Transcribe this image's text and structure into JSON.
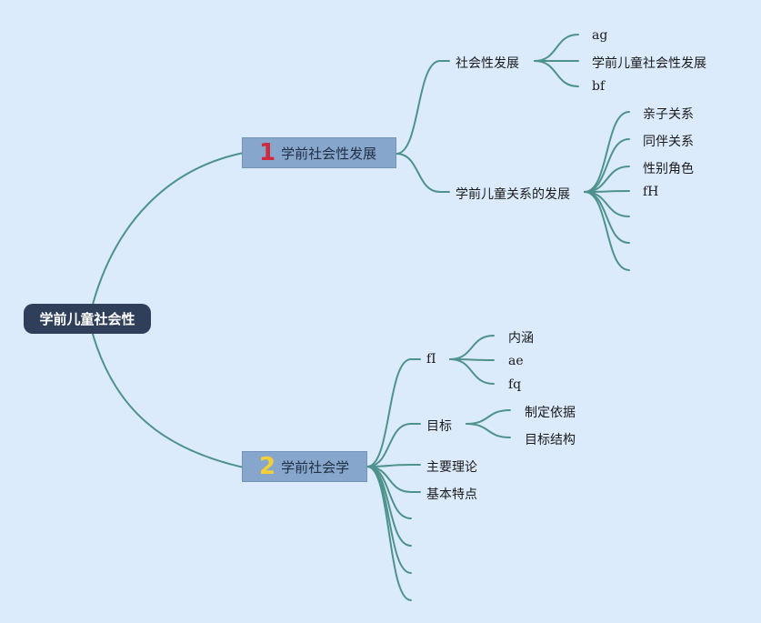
{
  "root": {
    "label": "学前儿童社会性"
  },
  "branch1": {
    "number": "1",
    "label": "学前社会性发展",
    "topics": {
      "social_dev": {
        "label": "社会性发展",
        "children": [
          "ag",
          "学前儿童社会性发展",
          "bf"
        ]
      },
      "relations": {
        "label": "学前儿童关系的发展",
        "children": [
          "亲子关系",
          "同伴关系",
          "性别角色",
          "fH",
          "",
          "",
          ""
        ]
      }
    }
  },
  "branch2": {
    "number": "2",
    "label": "学前社会学",
    "topics": {
      "fl": {
        "label": "fI",
        "children": [
          "内涵",
          "ae",
          "fq"
        ]
      },
      "goal": {
        "label": "目标",
        "children": [
          "制定依据",
          "目标结构"
        ]
      },
      "theory": {
        "label": "主要理论"
      },
      "features": {
        "label": "基本特点"
      },
      "empty_count": 4
    }
  },
  "colors": {
    "background": "#dcebfc",
    "line": "#4e928c",
    "root": "#2f3e59",
    "branch": "#87a6cb",
    "num1": "#d0283c",
    "num2": "#f5cf35"
  }
}
